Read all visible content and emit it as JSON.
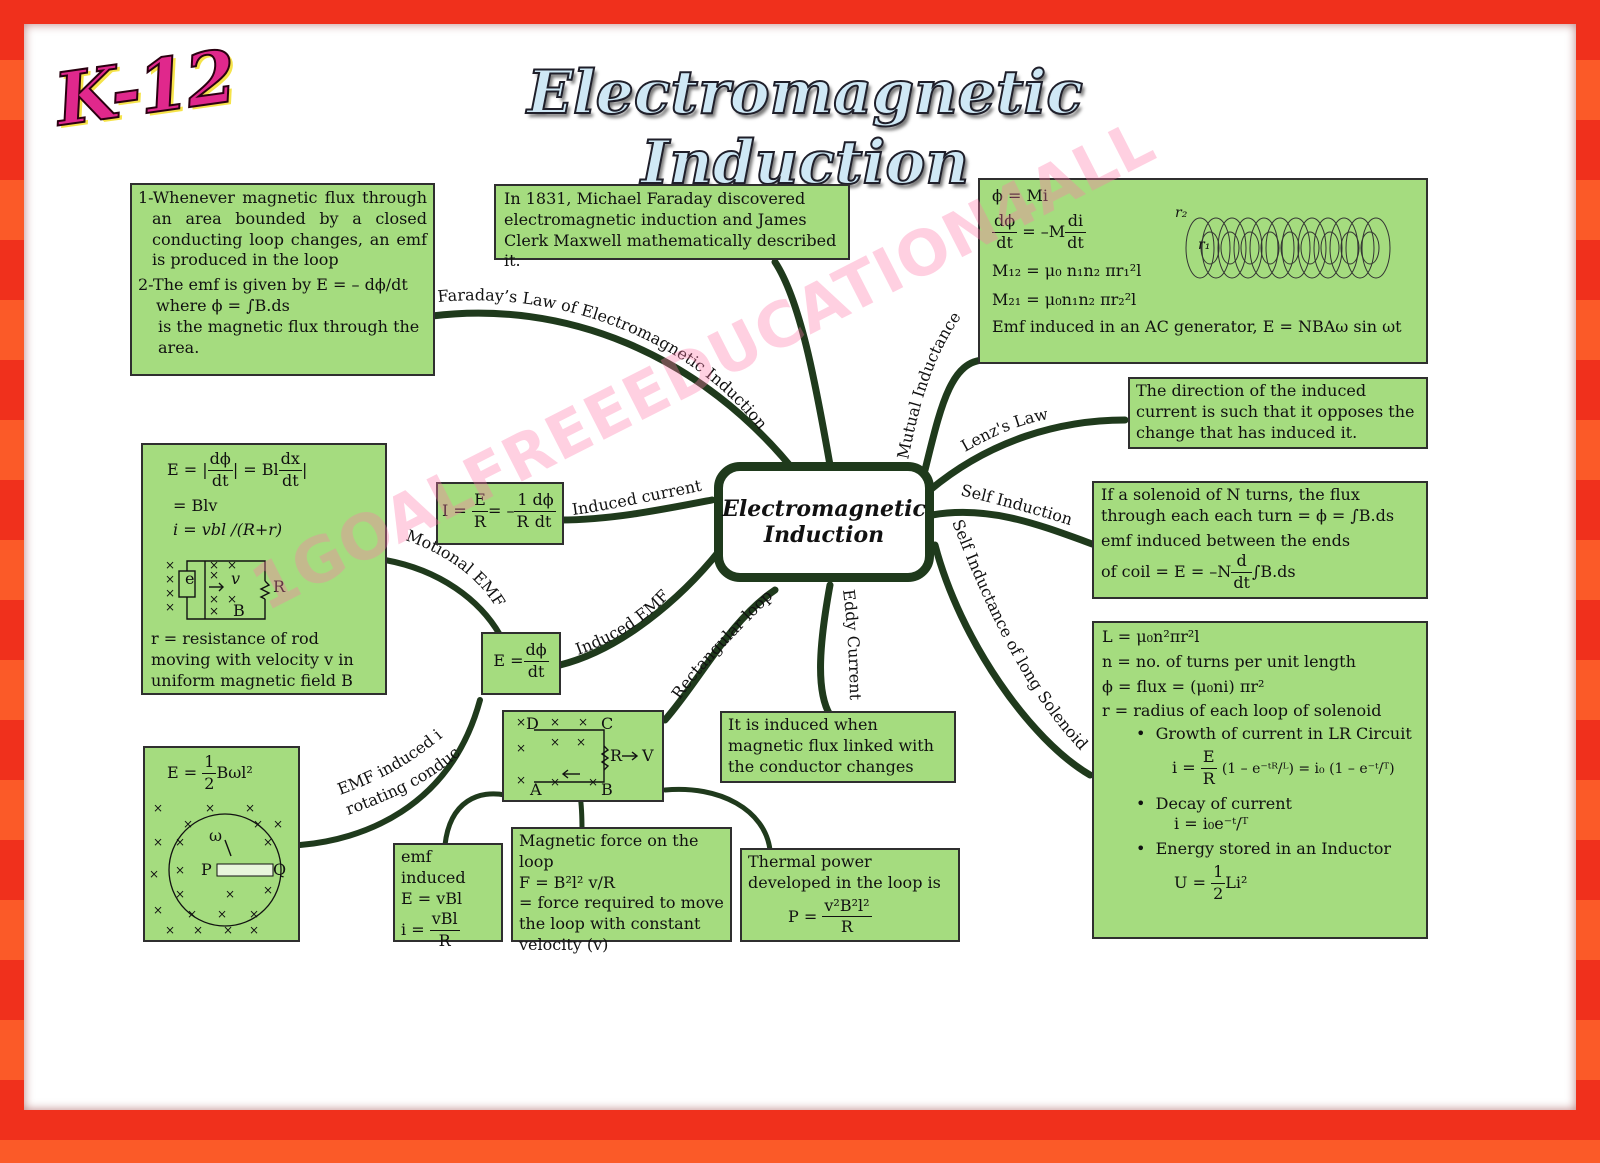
{
  "badge": "K-12",
  "title": "Electromagnetic Induction",
  "center": {
    "line1": "Electromagnetic",
    "line2": "Induction"
  },
  "watermark": "1GOALFREEEDUCATION4ALL",
  "branches": {
    "faraday": "Faraday’s Law of Electromagnetic Induction",
    "mutual": "Mutual Inductance",
    "lenz": "Lenz's Law",
    "self": "Self Induction",
    "solenoid": "Self Inductance of long Solenoid",
    "eddy": "Eddy Current",
    "rect": "Rectangular loop",
    "induced_emf": "Induced EMF",
    "induced_current": "Induced current",
    "motional": "Motional EMF",
    "rotating_1": "EMF induced in a",
    "rotating_2": "rotating conductor"
  },
  "faraday_box": {
    "p1": "1-Whenever magnetic flux through an area bounded by a closed conducting loop changes, an emf is produced in the loop",
    "p2": "2-The emf is given by E = – dϕ/dt",
    "p3": "where ϕ = ∫B.ds",
    "p4": "is the magnetic flux through the area."
  },
  "history_box": "In 1831, Michael Faraday discovered electromagnetic induction and James Clerk Maxwell mathematically described it.",
  "mutual_box": {
    "l1": "ϕ = Mi",
    "l2a": "dϕ",
    "l2b": "dt",
    "l2c": "= –M",
    "l2d": "di",
    "l2e": "dt",
    "l3": "M₁₂ = μ₀ n₁n₂ πr₁²l",
    "l4": "M₂₁ = μ₀n₁n₂ πr₂²l",
    "l5": "Emf induced in an AC generator, E = NBAω sin ωt",
    "r2": "r₂",
    "r1": "r₁"
  },
  "lenz_box": "The direction of the induced current is such that it opposes the change that has induced it.",
  "self_box": {
    "l1": "If a solenoid of N turns, the flux through each each turn = ϕ = ∫B.ds",
    "l2": "emf induced between the ends",
    "l3a": "of coil = E = –N",
    "l3b": "d",
    "l3c": "dt",
    "l3d": "∫B.ds"
  },
  "solenoid_box": {
    "l1": "L = μ₀n²πr²l",
    "l2": "n = no. of turns per unit length",
    "l3": "ϕ = flux = (μ₀ni) πr²",
    "l4": "r = radius of each loop of solenoid",
    "b1": "Growth of current in LR Circuit",
    "f1a": "i =",
    "f1b": "E",
    "f1c": "R",
    "f1d": "(1 – e⁻ᵗᴿ/ᴸ) = i₀ (1 – e⁻ᵗ/ᵀ)",
    "b2": "Decay of current",
    "f2": "i = i₀e⁻ᵗ/ᵀ",
    "b3": "Energy stored in an Inductor",
    "f3a": "U =",
    "f3b": "1",
    "f3c": "2",
    "f3d": "Li²"
  },
  "eddy_box": "It is induced when magnetic flux linked with the conductor changes",
  "thermal_box": {
    "l1": "Thermal power developed in the loop is",
    "l2a": "P =",
    "l2b": "v²B²l²",
    "l2c": "R"
  },
  "force_box": {
    "l1": "Magnetic force on the loop",
    "l2": "F = B²l² v/R",
    "l3": "= force required to move the loop with constant velocity (v)"
  },
  "emf_loop_box": {
    "l1": "emf induced",
    "l2": "E = vBl",
    "l3a": "i =",
    "l3b": "vBl",
    "l3c": "R"
  },
  "rect_box": {
    "D": "D",
    "C": "C",
    "A": "A",
    "B": "B",
    "R": "R",
    "V": "V"
  },
  "induced_emf_box": {
    "a": "E =",
    "b": "dϕ",
    "c": "dt"
  },
  "induced_current_box": {
    "a": "I =",
    "b": "E",
    "c": "R",
    "d": "= –",
    "e": "1",
    "f": "R",
    "g": "dϕ",
    "h": "dt"
  },
  "motional_box": {
    "l1a": "E =",
    "l1b": "dϕ",
    "l1c": "dt",
    "l1d": "= Bl",
    "l1e": "dx",
    "l1f": "dt",
    "l2": "= Blv",
    "l3": "i = vbl /(R+r)",
    "e": "e",
    "v": "v",
    "R": "R",
    "B": "B",
    "note": "r = resistance of rod moving with velocity v in uniform magnetic field B"
  },
  "rotating_box": {
    "l1a": "E =",
    "l1b": "1",
    "l1c": "2",
    "l1d": "Bωl²",
    "w": "ω",
    "P": "P",
    "Q": "Q"
  }
}
